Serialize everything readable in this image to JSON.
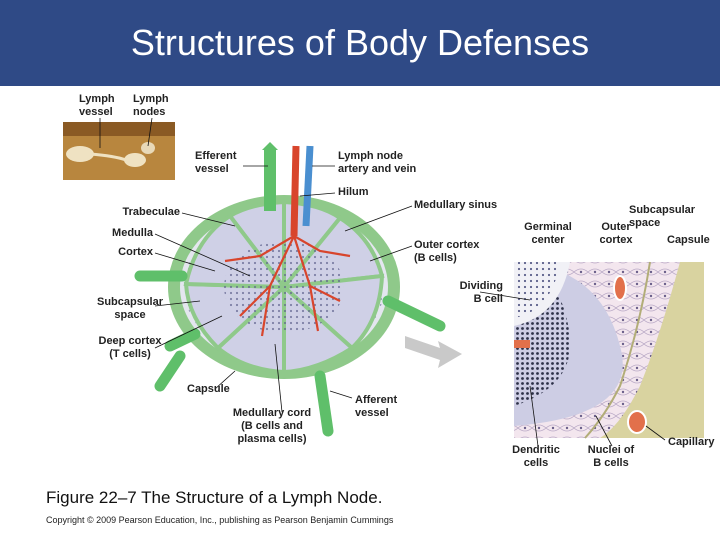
{
  "slide": {
    "title": "Structures of Body Defenses",
    "caption": "Figure 22–7 The Structure of a Lymph Node.",
    "copyright": "Copyright © 2009 Pearson Education, Inc., publishing as Pearson Benjamin Cummings"
  },
  "labels": {
    "lymph_vessel": "Lymph\nvessel",
    "lymph_nodes": "Lymph\nnodes",
    "efferent_vessel": "Efferent\nvessel",
    "lymph_node_artery_vein": "Lymph node\nartery and vein",
    "hilum": "Hilum",
    "trabeculae": "Trabeculae",
    "medulla": "Medulla",
    "cortex": "Cortex",
    "medullary_sinus": "Medullary sinus",
    "outer_cortex_b": "Outer cortex\n(B cells)",
    "subcapsular_space_left": "Subcapsular\nspace",
    "deep_cortex": "Deep cortex\n(T cells)",
    "capsule_left": "Capsule",
    "medullary_cord": "Medullary cord\n(B cells and\nplasma cells)",
    "afferent_vessel": "Afferent\nvessel",
    "germinal_center": "Germinal\ncenter",
    "outer_cortex_right": "Outer\ncortex",
    "subcapsular_space_right": "Subcapsular\nspace",
    "capsule_right": "Capsule",
    "dividing_b_cell": "Dividing\nB cell",
    "dendritic_cells": "Dendritic\ncells",
    "nuclei_b_cells": "Nuclei of\nB cells",
    "capillary": "Capillary"
  },
  "colors": {
    "title_bar": "#2f4a86",
    "capsule_green": "#8fc98a",
    "vessel_green": "#5fbf6a",
    "artery_red": "#d8452c",
    "vein_blue": "#4a8fd0",
    "cortex_purple": "#b6b4d8",
    "tissue_pink": "#f3e6ee",
    "capsule_tan": "#d9d3a0"
  }
}
